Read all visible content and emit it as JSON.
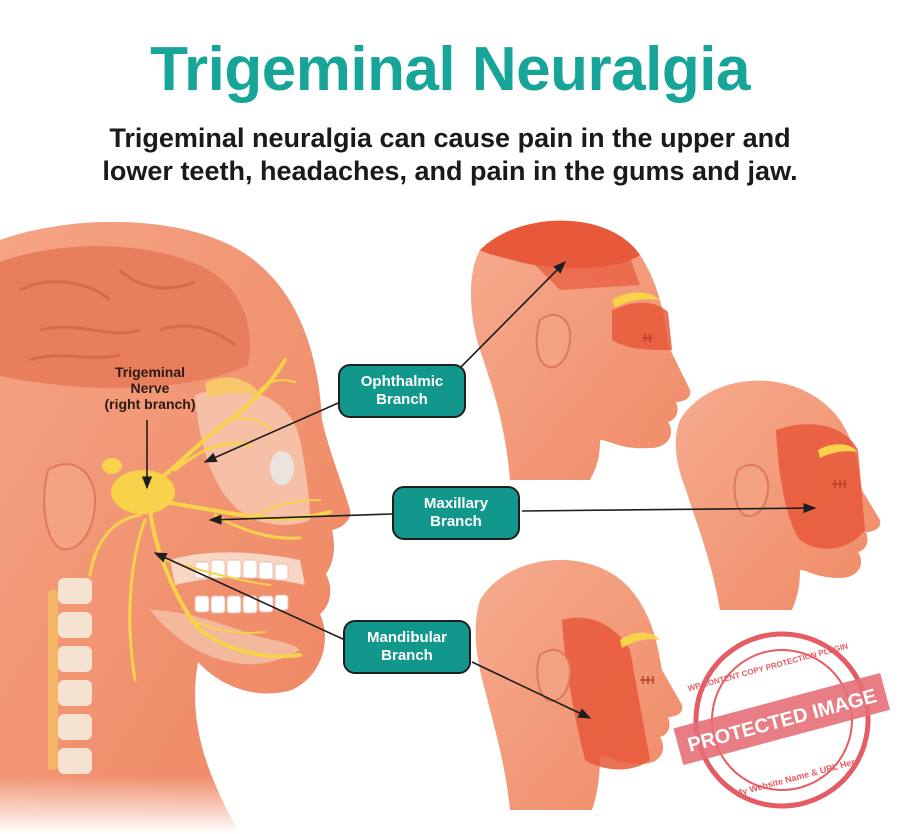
{
  "header": {
    "title": "Trigeminal Neuralgia",
    "subtitle_line1": "Trigeminal neuralgia can cause pain in the upper and",
    "subtitle_line2": "lower teeth, headaches, and pain in the gums and jaw."
  },
  "nerve_label": {
    "line1": "Trigeminal",
    "line2": "Nerve",
    "line3": "(right branch)"
  },
  "branches": [
    {
      "line1": "Ophthalmic",
      "line2": "Branch"
    },
    {
      "line1": "Maxillary",
      "line2": "Branch"
    },
    {
      "line1": "Mandibular",
      "line2": "Branch"
    }
  ],
  "watermark": {
    "main": "PROTECTED IMAGE",
    "top_arc": "WP CONTENT COPY PROTECTION PLUGIN",
    "bottom_arc": "My Website Name & URL Here"
  },
  "colors": {
    "title": "#17a59a",
    "branch_box": "#12978c",
    "skin": "#f0906c",
    "pain_zone": "#e8583a",
    "nerve": "#f7d24a",
    "watermark": "#e0404a"
  }
}
